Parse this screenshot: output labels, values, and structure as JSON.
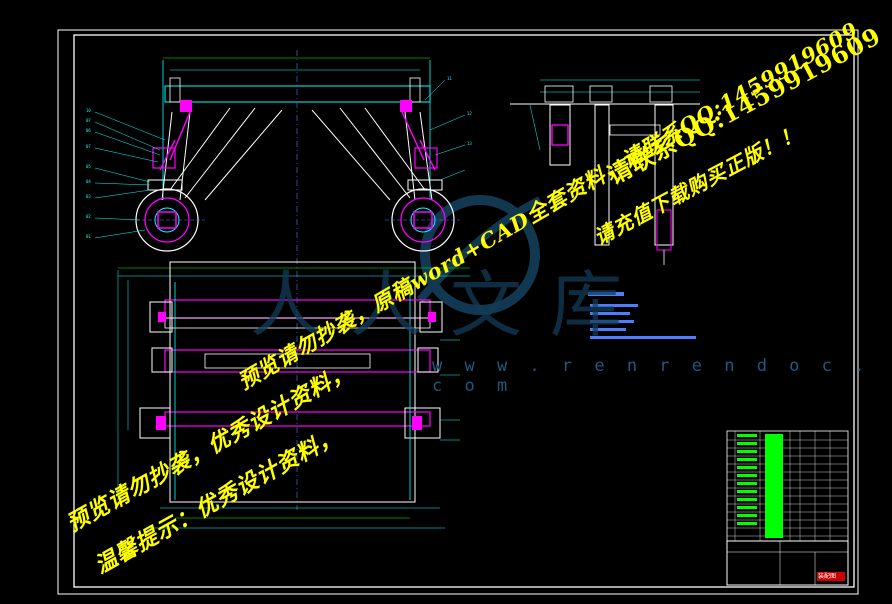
{
  "colors": {
    "background": "#000000",
    "frame": "#ffffff",
    "outline": "#00ffff",
    "member": "#ff00ff",
    "annotation": "#00ff00",
    "hidden": "#4d7dff",
    "watermark": "#ffff00",
    "logo": "#1b4f72"
  },
  "watermarks": {
    "center_line": "预览请勿抄袭，原稿word+CAD全套资料，请联系QQ:1459919609",
    "upper_right_line": "请联系QQ:1459919609",
    "right_line": "请充值下载购买正版！！",
    "lower_line": "预览请勿抄袭，优秀设计资料，",
    "bottom_line": "温馨提示：优秀设计资料，"
  },
  "site_logo": {
    "text": "人人文库",
    "url": "w w w . r e n r e n d o c . c o m"
  },
  "title_block": {
    "stamp_text": "装配图"
  }
}
